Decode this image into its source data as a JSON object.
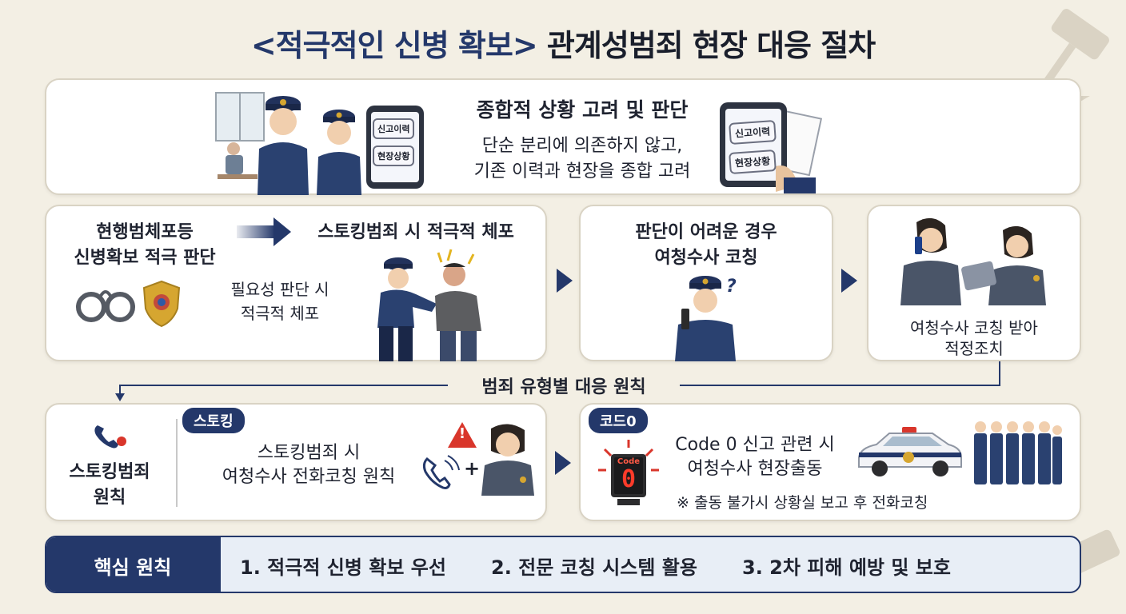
{
  "title": {
    "part1": "<적극적인 신병 확보>",
    "part2": " 관계성범죄 현장 대응 절차"
  },
  "top": {
    "heading": "종합적 상황 고려 및 판단",
    "line1": "단순 분리에 의존하지 않고,",
    "line2": "기존 이력과 현장을 종합 고려",
    "tablet_label1": "신고이력",
    "tablet_label2": "현장상황"
  },
  "step1": {
    "left_line1": "현행범체포등",
    "left_line2": "신병확보 적극 판단",
    "right_heading": "스토킹범죄 시 적극적 체포",
    "sub_line1": "필요성 판단 시",
    "sub_line2": "적극적 체포"
  },
  "step2": {
    "line1": "판단이 어려운 경우",
    "line2": "여청수사 코칭",
    "question": "?"
  },
  "step3": {
    "line1": "여청수사 코칭 받아",
    "line2": "적정조치"
  },
  "divider": {
    "label": "범죄 유형별 대응 원칙"
  },
  "stalking": {
    "left_line1": "스토킹범죄",
    "left_line2": "원칙",
    "tag": "스토킹",
    "line1": "스토킹범죄 시",
    "line2": "여청수사 전화코칭 원칙",
    "plus": "+",
    "warning": "!"
  },
  "code0": {
    "tag": "코드0",
    "device_label": "Code",
    "device_value": "0",
    "line1": "Code 0 신고 관련 시",
    "line2": "여청수사 현장출동",
    "note": "※ 출동 불가시 상황실 보고 후 전화코칭"
  },
  "principles": {
    "label": "핵심 원칙",
    "item1": "1. 적극적 신병 확보 우선",
    "item2": "2. 전문 코칭 시스템 활용",
    "item3": "3. 2차 피해 예방 및 보호"
  },
  "colors": {
    "navy": "#24386a",
    "background": "#f3efe4",
    "warning": "#d9362b",
    "gold": "#d6a630"
  }
}
